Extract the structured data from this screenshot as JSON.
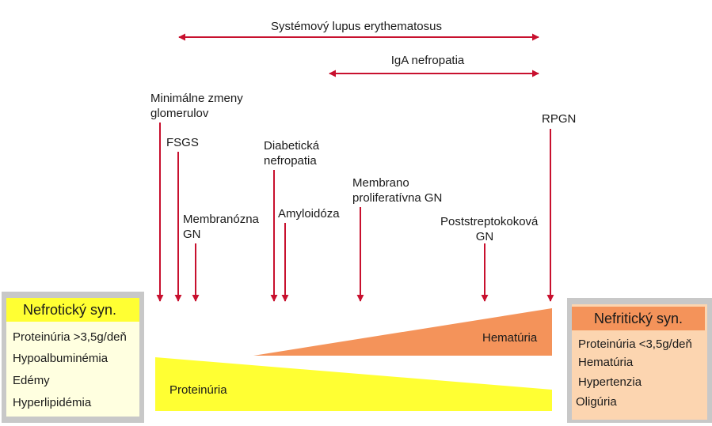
{
  "top_arrows": {
    "sle": "Systémový lupus erythematosus",
    "iga": "IgA nefropatia"
  },
  "diseases": {
    "minimal_change": "Minimálne zmeny glomerulov",
    "fsgs": "FSGS",
    "membranous": "Membranózna GN",
    "diabetic": "Diabetická nefropatia",
    "amyloidosis": "Amyloidóza",
    "membranoproliferative": "Membrano proliferatívna GN",
    "poststreptococcal": "Poststreptokoková GN",
    "rpgn": "RPGN"
  },
  "wedges": {
    "proteinuria": "Proteinúria",
    "hematuria": "Hematúria"
  },
  "nephrotic": {
    "title": "Nefrotický syn.",
    "items": [
      "Proteinúria >3,5g/deň",
      "Hypoalbuminémia",
      "Edémy",
      "Hyperlipidémia"
    ]
  },
  "nephritic": {
    "title": "Nefritický syn.",
    "items": [
      "Proteinúria  <3,5g/deň",
      "Hematúria",
      "Hypertenzia",
      "Oligúria"
    ]
  },
  "colors": {
    "arrow": "#c8102e",
    "yellow": "#ffff33",
    "orange": "#f4935a",
    "nephritic_bg": "#fcd5b0",
    "nephrotic_bg": "#ffffe0"
  }
}
